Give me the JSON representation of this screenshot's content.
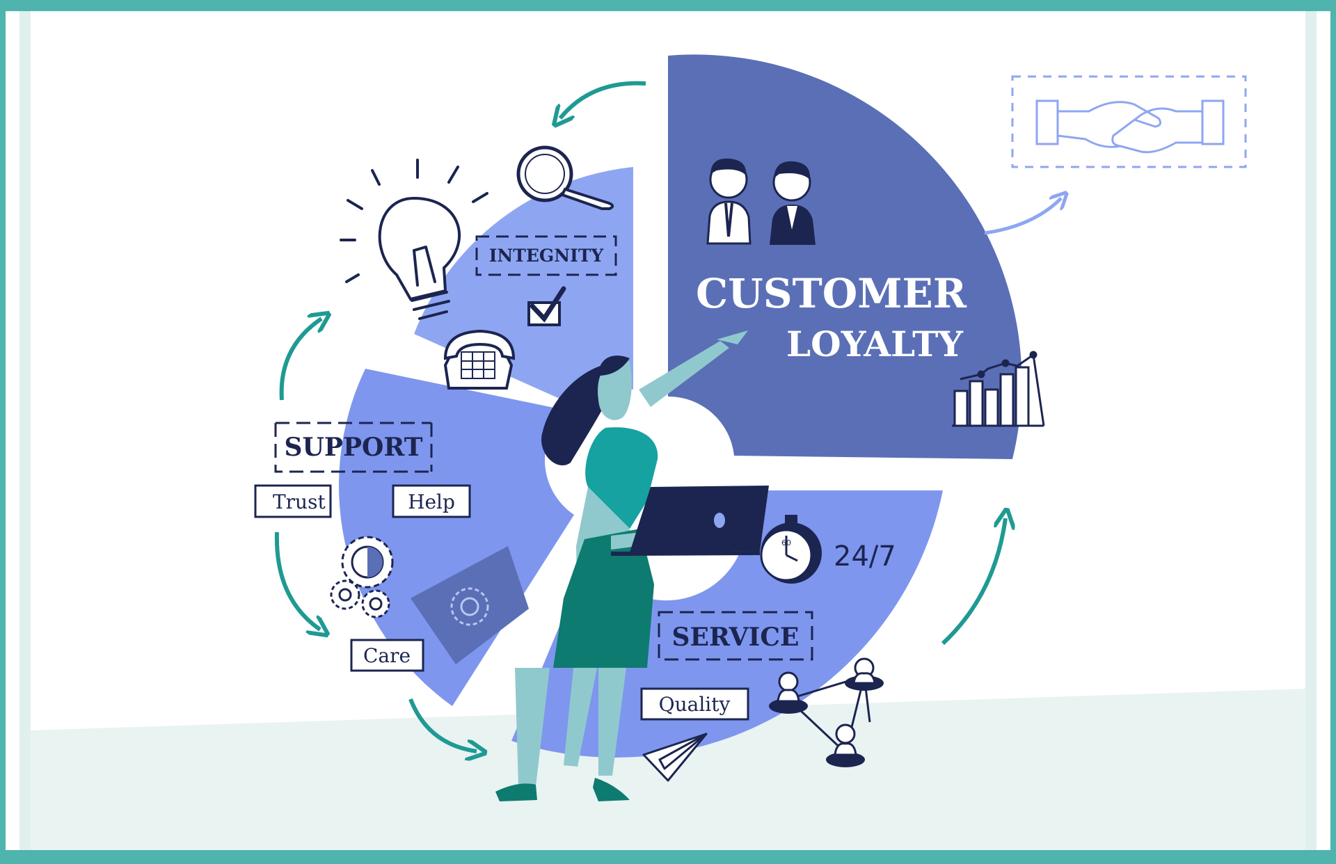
{
  "diagram": {
    "segments": {
      "customer_loyalty": {
        "line1": "CUSTOMER",
        "line2": "LOYALTY"
      },
      "integrity": "INTEGNITY",
      "support": "SUPPORT",
      "service": "SERVICE"
    },
    "tags": {
      "trust": "Trust",
      "help": "Help",
      "care": "Care",
      "quality": "Quality"
    },
    "availability": "24/7",
    "stopwatch_label": "60"
  },
  "colors": {
    "frame_teal": "#4fb3ae",
    "loyalty": "#5a6fb6",
    "integrity": "#8ea6f2",
    "support": "#7e96ee",
    "service": "#7e96ee",
    "dark_patch": "#5a6fb6",
    "arrow_teal": "#1f9a93",
    "ink": "#1c2550",
    "floor": "#e9f3f2",
    "woman_skin": "#8fc9cd",
    "woman_top": "#16a2a0",
    "woman_skirt": "#0d7b70",
    "hair": "#1c2550"
  },
  "icons": [
    "handshake-icon",
    "magnifier-icon",
    "lightbulb-icon",
    "telephone-icon",
    "checkbox-icon",
    "gears-icon",
    "stopwatch-icon",
    "bar-chart-icon",
    "network-icon",
    "paper-plane-icon",
    "people-icon",
    "laptop-icon"
  ]
}
